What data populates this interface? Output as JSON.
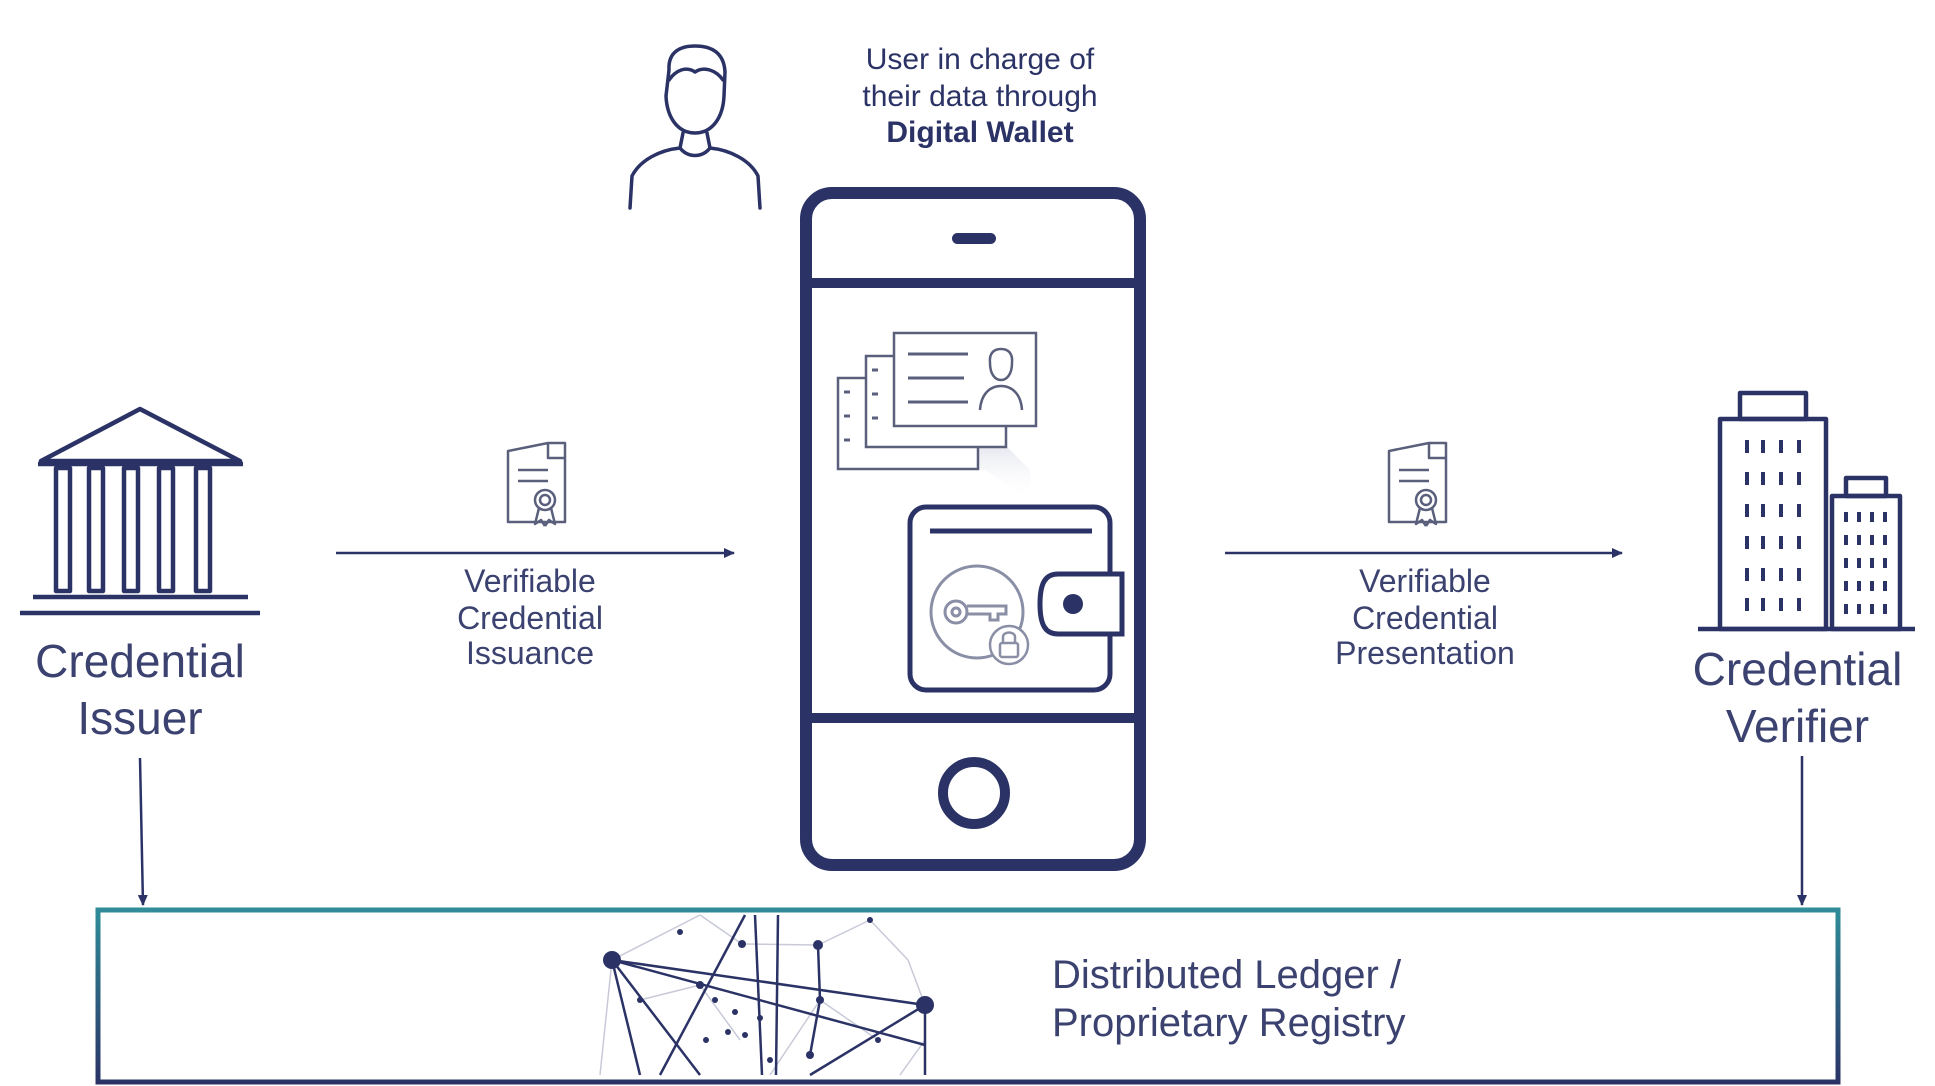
{
  "wallet_caption": {
    "line1": "User in charge of",
    "line2": "their data through",
    "line3": "Digital Wallet"
  },
  "issuer": {
    "line1": "Credential",
    "line2": "Issuer"
  },
  "verifier": {
    "line1": "Credential",
    "line2": "Verifier"
  },
  "issuance": {
    "line1": "Verifiable",
    "line2": "Credential",
    "line3": "Issuance"
  },
  "presentation": {
    "line1": "Verifiable",
    "line2": "Credential",
    "line3": "Presentation"
  },
  "registry": {
    "line1": "Distributed Ledger /",
    "line2": "Proprietary Registry"
  },
  "colors": {
    "ink": "#2b3366",
    "registry_border_top": "#2f8c98",
    "registry_border_bottom": "#2b3366"
  },
  "icons": [
    "user-icon",
    "smartphone-icon",
    "id-cards-icon",
    "wallet-icon",
    "key-icon",
    "lock-icon",
    "bank-building-icon",
    "office-building-icon",
    "certificate-icon",
    "network-graph-icon"
  ]
}
